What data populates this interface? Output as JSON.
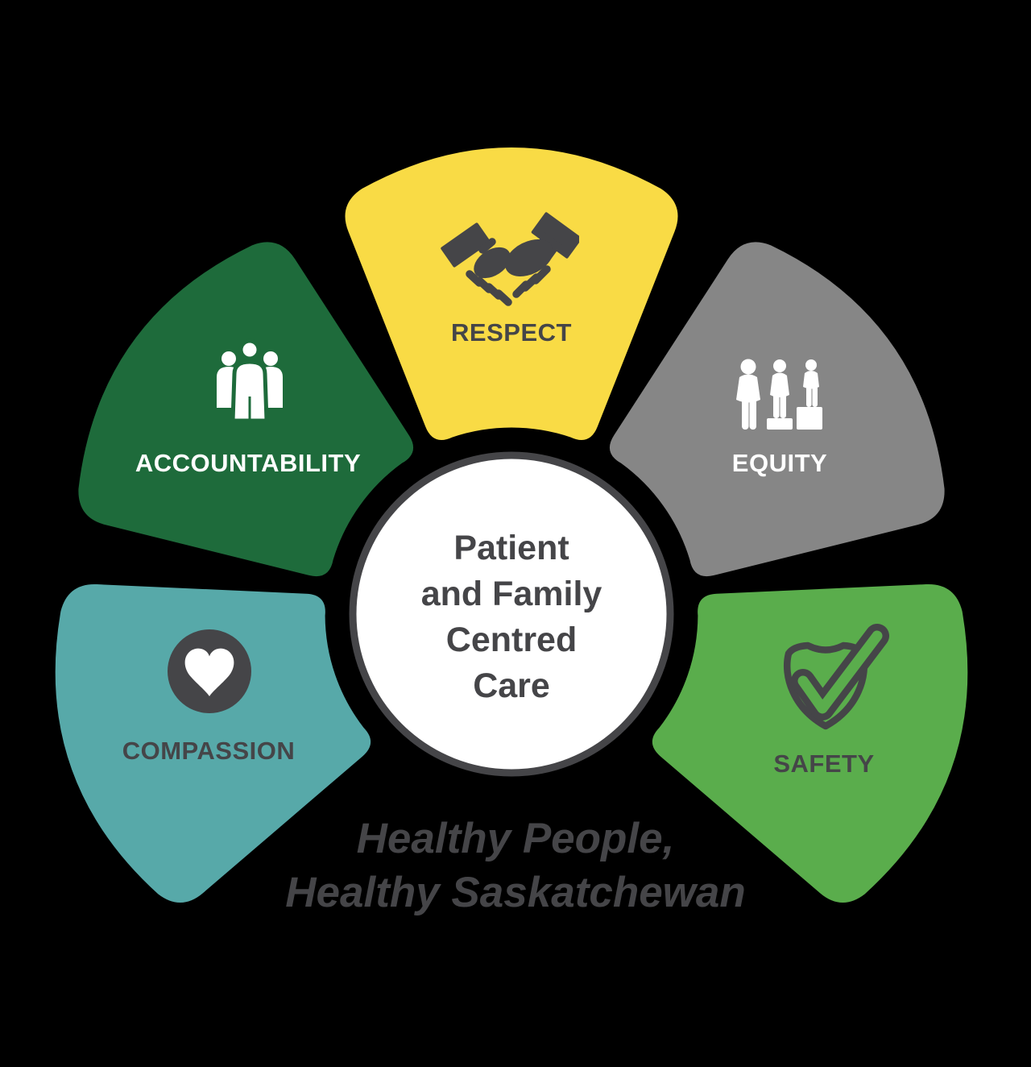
{
  "title": "Patient and Family Centred Care values wheel",
  "colors": {
    "dark": "#454548",
    "white": "#ffffff",
    "background": "#000000"
  },
  "center": {
    "lines": [
      "Patient",
      "and Family",
      "Centred",
      "Care"
    ]
  },
  "tagline": {
    "line1": "Healthy People,",
    "line2": "Healthy Saskatchewan"
  },
  "values": [
    {
      "id": "respect",
      "label": "RESPECT",
      "icon": "handshake-icon",
      "petal_color": "#F9DB45",
      "label_color": "#454548"
    },
    {
      "id": "accountability",
      "label": "ACCOUNTABILITY",
      "icon": "people-group-icon",
      "petal_color": "#1E6B3B",
      "label_color": "#ffffff"
    },
    {
      "id": "equity",
      "label": "EQUITY",
      "icon": "equity-figures-icon",
      "petal_color": "#868686",
      "label_color": "#ffffff"
    },
    {
      "id": "compassion",
      "label": "COMPASSION",
      "icon": "heart-circle-icon",
      "petal_color": "#57A9A9",
      "label_color": "#454548"
    },
    {
      "id": "safety",
      "label": "SAFETY",
      "icon": "shield-check-icon",
      "petal_color": "#5AAD4C",
      "label_color": "#454548"
    }
  ]
}
